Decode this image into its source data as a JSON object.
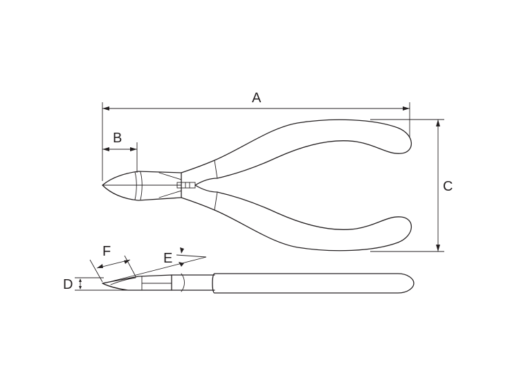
{
  "dimension_labels": {
    "a": "A",
    "b": "B",
    "c": "C",
    "d": "D",
    "e": "E",
    "f": "F"
  },
  "colors": {
    "line": "#231f20",
    "background": "#ffffff"
  }
}
